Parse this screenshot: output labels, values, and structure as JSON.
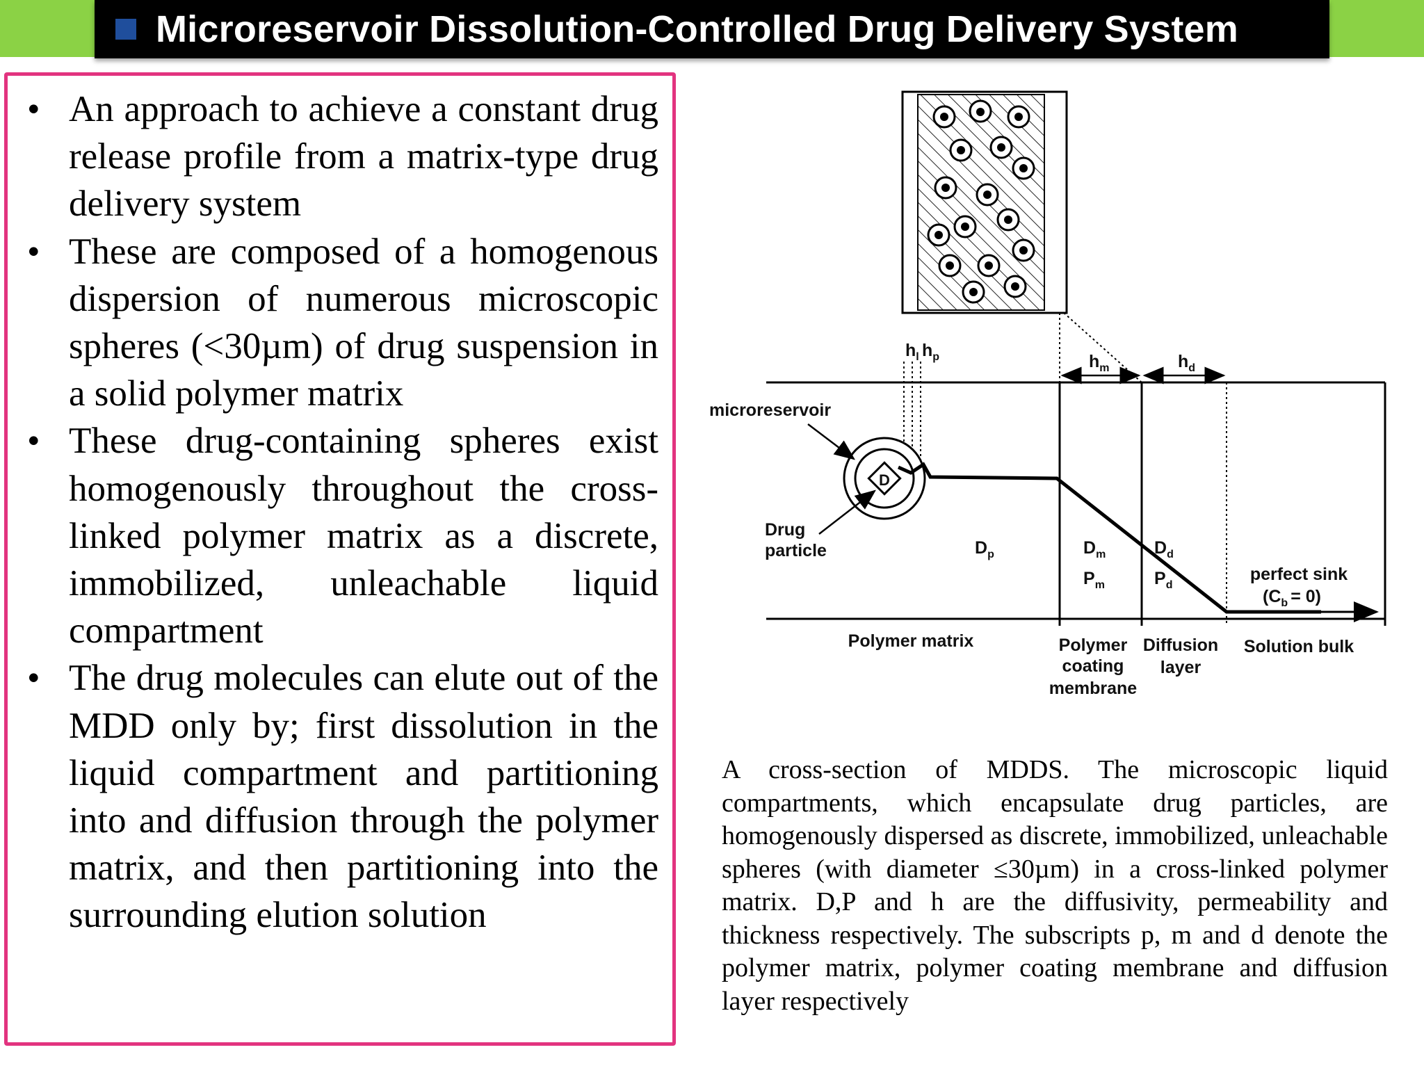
{
  "slide": {
    "title": "Microreservoir Dissolution-Controlled Drug Delivery System",
    "accent_colors": {
      "band_green": "#8bd245",
      "title_marker_blue": "#1f4e9c",
      "box_border_pink": "#e2337f"
    }
  },
  "bullets": [
    "An approach to achieve a constant drug release profile from a matrix-type drug delivery system",
    "These are composed of a homogenous dispersion of numerous microscopic spheres (<30µm) of drug suspension in a solid polymer matrix",
    "These drug-containing spheres exist homogenously throughout the cross-linked polymer matrix as a discrete, immobilized, unleachable liquid compartment",
    "The drug molecules can elute out of the MDD only by; first dissolution in the liquid compartment and partitioning into and diffusion through the polymer matrix, and then partitioning into the surrounding elution solution"
  ],
  "bullet_glyph": "•",
  "figure": {
    "labels": {
      "microreservoir": "microreservoir",
      "drug": "Drug",
      "particle": "particle",
      "d_circle": "D",
      "h": "h",
      "sub_l": "l",
      "sub_p": "p",
      "sub_m": "m",
      "sub_d": "d",
      "sub_b": "b",
      "D": "D",
      "P": "P",
      "perfect_sink": "perfect sink",
      "cb_open": "(C",
      "cb_close": "= 0)",
      "polymer_matrix": "Polymer matrix",
      "polymer": "Polymer",
      "coating": "coating",
      "membrane": "membrane",
      "diffusion": "Diffusion",
      "layer": "layer",
      "solution_bulk": "Solution bulk"
    }
  },
  "caption": "A cross-section of MDDS. The microscopic liquid compartments, which encapsulate drug particles, are homogenously dispersed as discrete, immobilized, unleachable spheres (with diameter ≤30µm) in a cross-linked polymer matrix. D,P and h are the diffusivity, permeability and thickness respectively. The subscripts p, m and d denote the polymer matrix, polymer coating membrane and diffusion layer respectively"
}
